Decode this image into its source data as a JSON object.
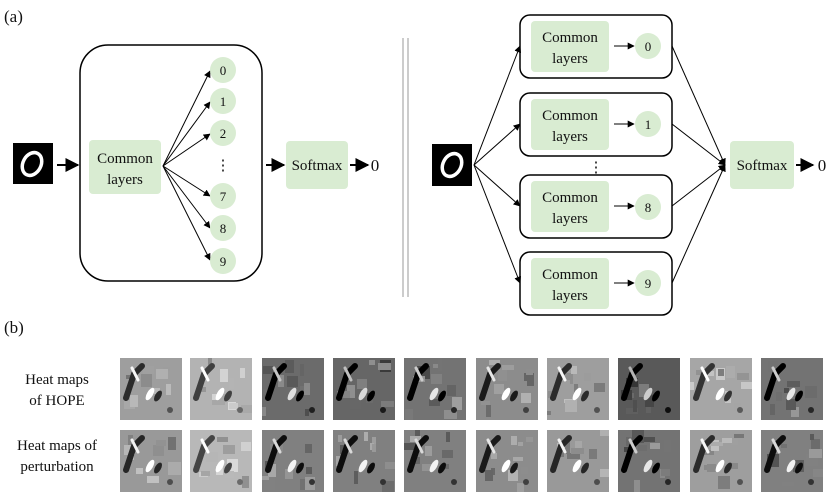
{
  "panel_a": {
    "label": "(a)",
    "left": {
      "common_line1": "Common",
      "common_line2": "layers",
      "outputs": [
        "0",
        "1",
        "2",
        "7",
        "8",
        "9"
      ],
      "ellipsis": "⋮",
      "softmax": "Softmax",
      "result": "0"
    },
    "right": {
      "blocks": [
        {
          "line1": "Common",
          "line2": "layers",
          "out": "0"
        },
        {
          "line1": "Common",
          "line2": "layers",
          "out": "1"
        },
        {
          "line1": "Common",
          "line2": "layers",
          "out": "8"
        },
        {
          "line1": "Common",
          "line2": "layers",
          "out": "9"
        }
      ],
      "ellipsis": "⋮",
      "softmax": "Softmax",
      "result": "0"
    },
    "input_digit": "0"
  },
  "panel_b": {
    "label": "(b)",
    "row1_line1": "Heat maps",
    "row1_line2": "of HOPE",
    "row2_line1": "Heat maps of",
    "row2_line2": "perturbation",
    "bg_levels_row1": [
      0.62,
      0.7,
      0.42,
      0.4,
      0.45,
      0.55,
      0.62,
      0.35,
      0.65,
      0.45
    ],
    "bg_levels_row2": [
      0.6,
      0.72,
      0.5,
      0.5,
      0.5,
      0.55,
      0.6,
      0.45,
      0.62,
      0.5
    ]
  },
  "colors": {
    "node_fill": "#d9ecd2",
    "line": "#000000",
    "divider": "#999999"
  }
}
